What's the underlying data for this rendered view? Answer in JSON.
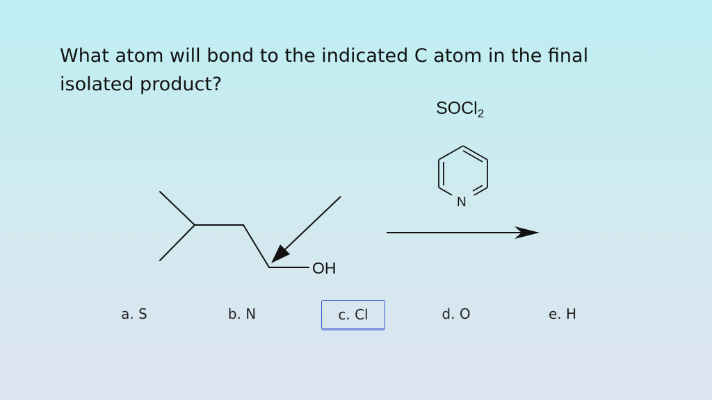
{
  "question": {
    "text": "What atom will bond to the indicated C atom in the final isolated product?"
  },
  "reaction": {
    "reagent_main": "SOCl",
    "reagent_subscript": "2",
    "pyridine_atom": "N",
    "substrate_group": "OH"
  },
  "choices": [
    {
      "label": "a. S",
      "selected": false
    },
    {
      "label": "b. N",
      "selected": false
    },
    {
      "label": "c. Cl",
      "selected": true
    },
    {
      "label": "d. O",
      "selected": false
    },
    {
      "label": "e. H",
      "selected": false
    }
  ],
  "colors": {
    "selection_border": "#3a57c9",
    "ink": "#111111"
  }
}
